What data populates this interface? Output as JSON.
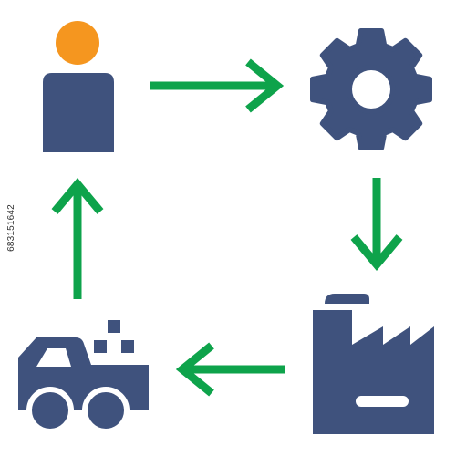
{
  "colors": {
    "primary": "#3f527d",
    "accent": "#f5961f",
    "arrow": "#0ea34b",
    "background": "#ffffff"
  },
  "stock_id": "683151642",
  "nodes": [
    {
      "id": "user",
      "icon": "person-icon"
    },
    {
      "id": "process",
      "icon": "gear-icon"
    },
    {
      "id": "factory",
      "icon": "factory-icon"
    },
    {
      "id": "delivery",
      "icon": "truck-icon"
    }
  ],
  "edges": [
    {
      "from": "user",
      "to": "process",
      "direction": "right"
    },
    {
      "from": "process",
      "to": "factory",
      "direction": "down"
    },
    {
      "from": "factory",
      "to": "delivery",
      "direction": "left"
    },
    {
      "from": "delivery",
      "to": "user",
      "direction": "up"
    }
  ]
}
